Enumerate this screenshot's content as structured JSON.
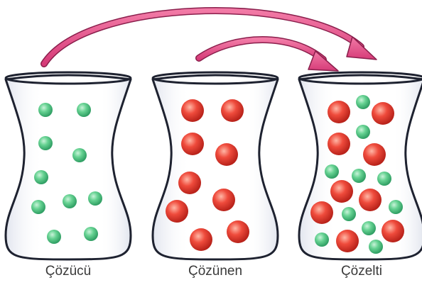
{
  "diagram": {
    "beakers": [
      {
        "id": "solvent",
        "label": "Çözücü"
      },
      {
        "id": "solute",
        "label": "Çözünen"
      },
      {
        "id": "solution",
        "label": "Çözelti"
      }
    ],
    "arrows": [
      {
        "from": "solvent",
        "to": "solution"
      },
      {
        "from": "solute",
        "to": "solution"
      }
    ]
  },
  "colors": {
    "arrow": "#e4508a",
    "arrow_outline": "#8a1f4c",
    "solvent_particle": "#5fcf8c",
    "solute_particle": "#e8453a",
    "glass_outline": "#1e2230"
  }
}
